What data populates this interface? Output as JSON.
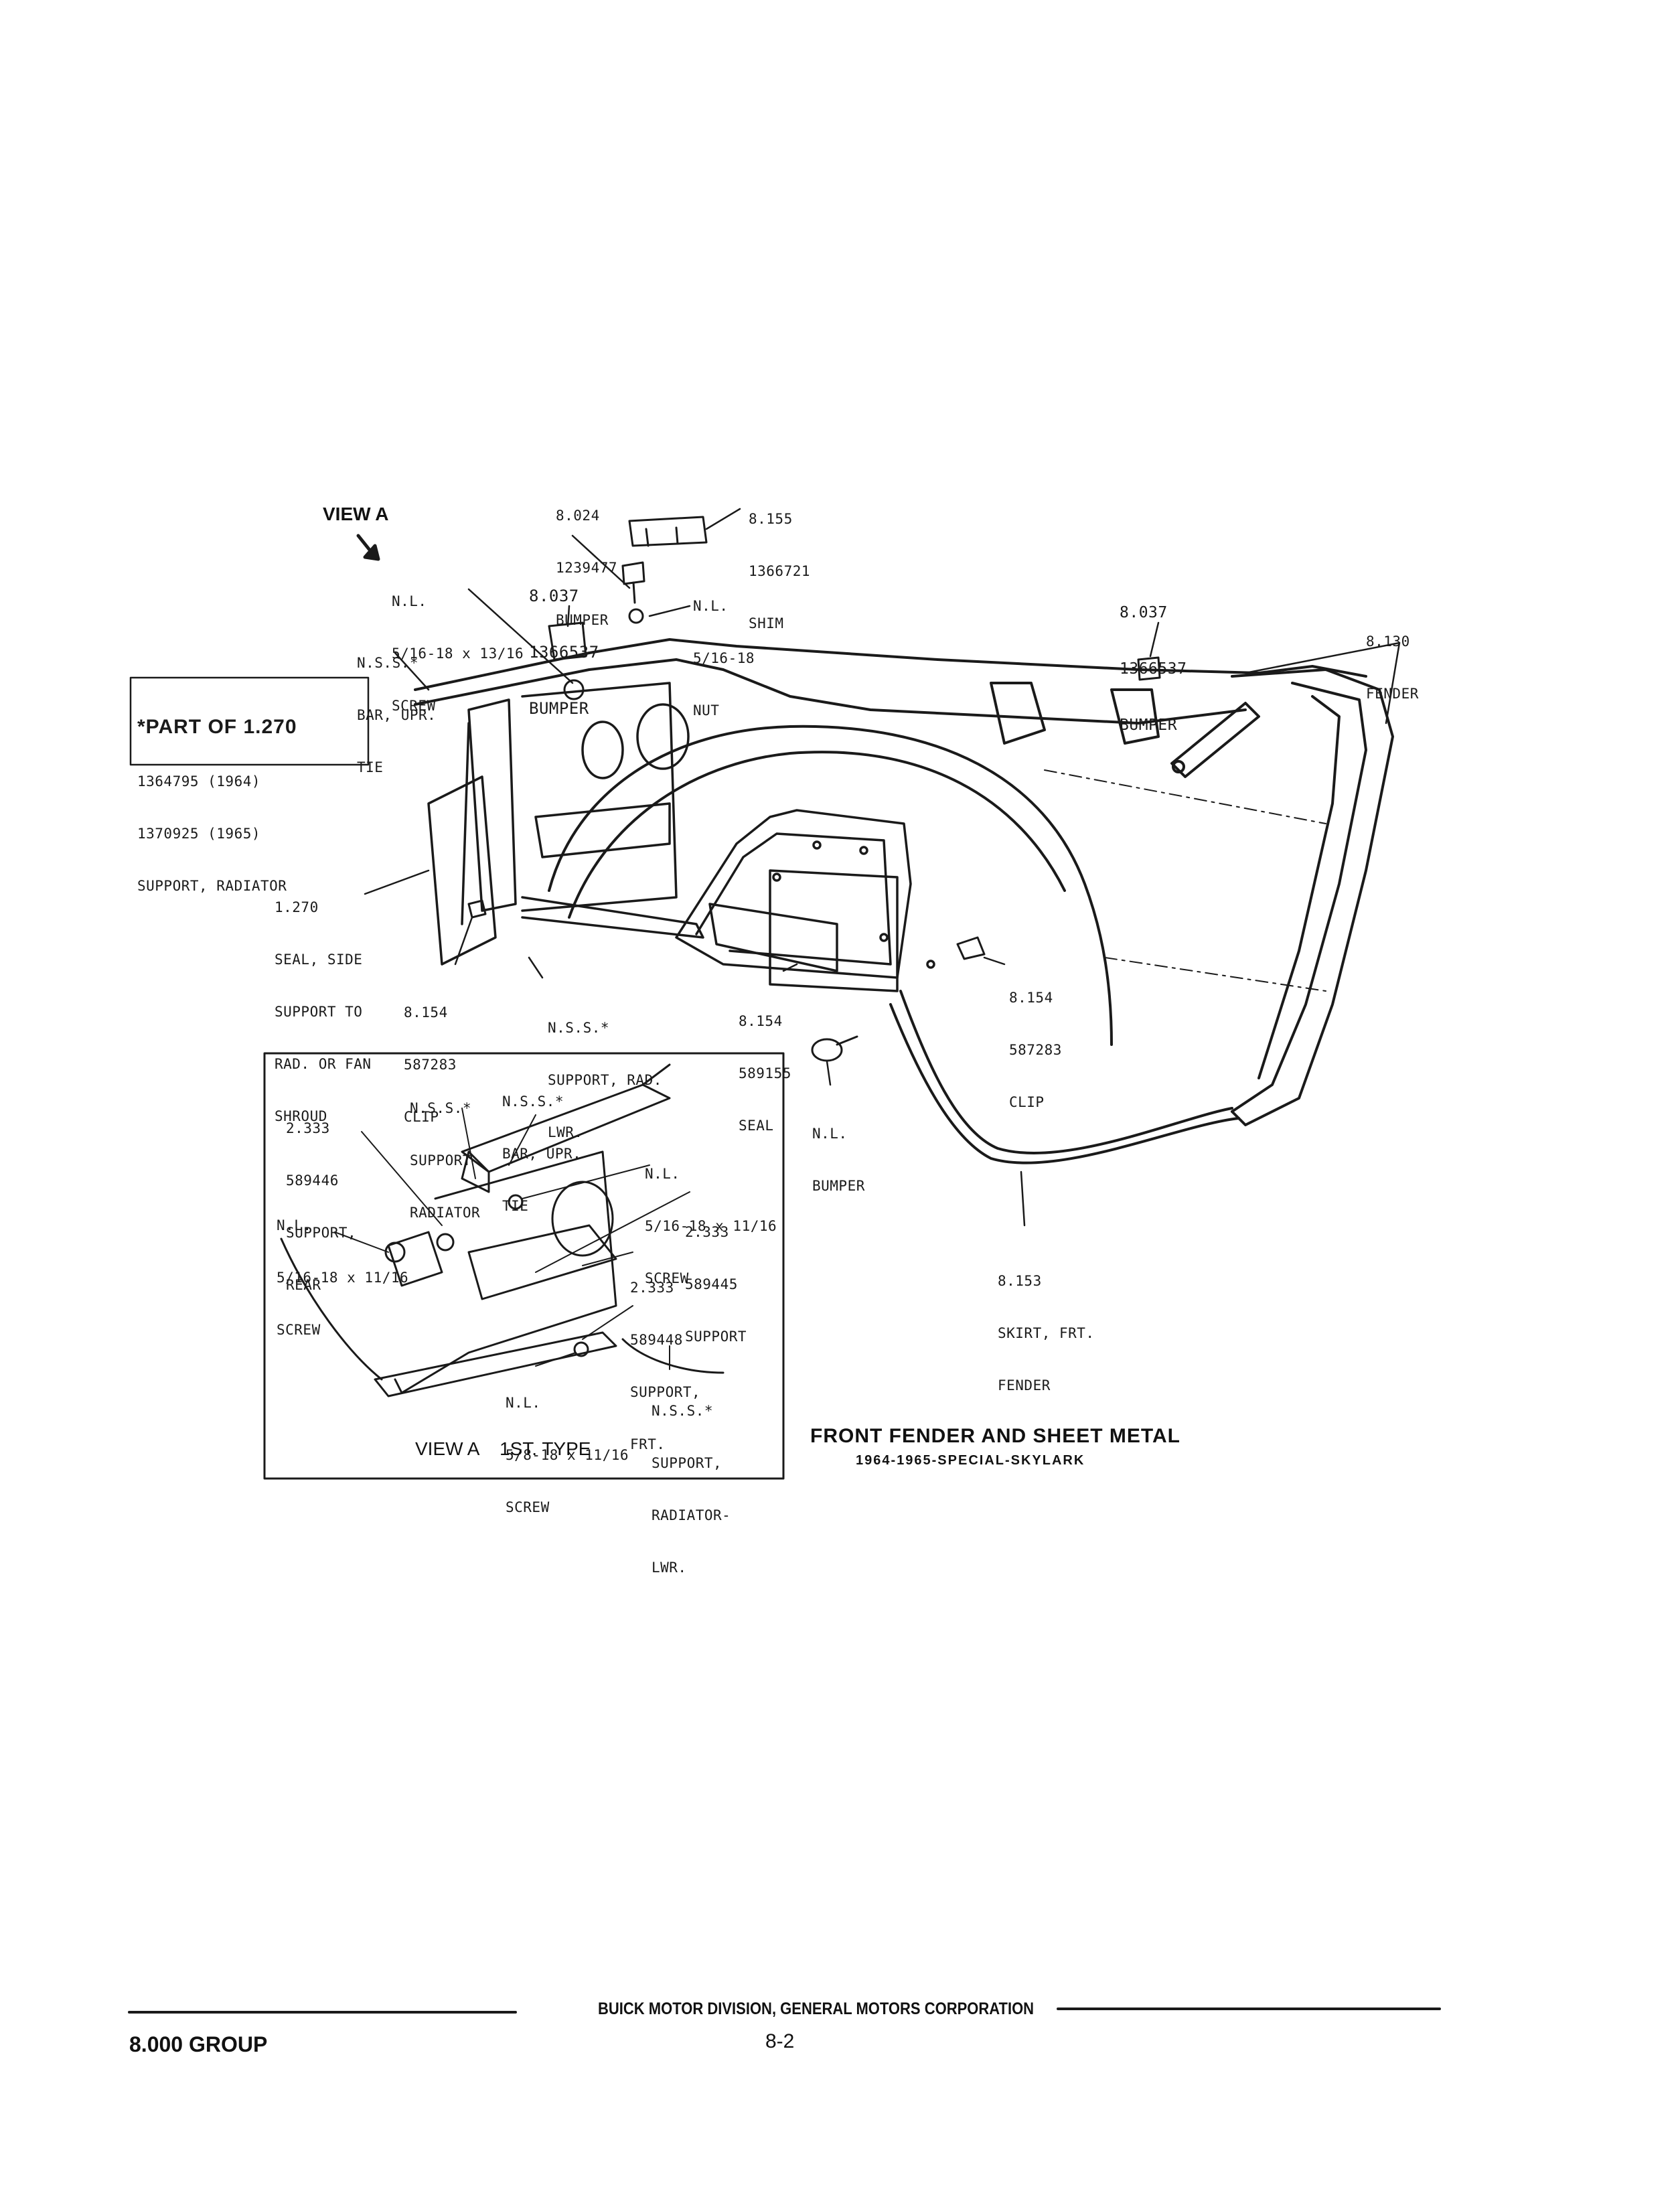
{
  "view_a_pointer": "VIEW A",
  "part_box": {
    "heading": "*PART OF 1.270",
    "lines": [
      "1364795 (1964)",
      "1370925 (1965)",
      "SUPPORT, RADIATOR"
    ]
  },
  "callouts": {
    "bumper_top": [
      "8.024",
      "1239477",
      "BUMPER"
    ],
    "shim": [
      "8.155",
      "1366721",
      "SHIM"
    ],
    "screw_top": [
      "N.L.",
      "5/16-18 x 13/16",
      "SCREW"
    ],
    "bumper_left": [
      "8.037",
      "1366537",
      "BUMPER"
    ],
    "nut": [
      "N.L.",
      "5/16-18",
      "NUT"
    ],
    "bumper_right": [
      "8.037",
      "1366537",
      "BUMPER"
    ],
    "fender": [
      "8.130",
      "FENDER"
    ],
    "bar_upr_tie": [
      "N.S.S.*",
      "BAR, UPR.",
      "TIE"
    ],
    "seal_side": [
      "1.270",
      "SEAL, SIDE",
      "SUPPORT TO",
      "RAD. OR FAN",
      "SHROUD"
    ],
    "clip_left": [
      "8.154",
      "587283",
      "CLIP"
    ],
    "support_rad_lwr": [
      "N.S.S.*",
      "SUPPORT, RAD.",
      "LWR."
    ],
    "seal_mid": [
      "8.154",
      "589155",
      "SEAL"
    ],
    "clip_right": [
      "8.154",
      "587283",
      "CLIP"
    ],
    "bumper_nl": [
      "N.L.",
      "BUMPER"
    ],
    "skirt": [
      "8.153",
      "SKIRT, FRT.",
      "FENDER"
    ]
  },
  "inset": {
    "support_radiator": [
      "N.S.S.*",
      "SUPPORT",
      "RADIATOR"
    ],
    "bar_upr_tie": [
      "N.S.S.*",
      "BAR, UPR.",
      "TIE"
    ],
    "support_rear": [
      "2.333",
      "589446",
      "SUPPORT,",
      "REAR"
    ],
    "screw_right": [
      "N.L.",
      "5/16-18 x 11/16",
      "SCREW"
    ],
    "screw_left": [
      "N.L.",
      "5/16-18 x 11/16",
      "SCREW"
    ],
    "support_2333": [
      "2.333",
      "589445",
      "SUPPORT"
    ],
    "support_frt": [
      "2.333",
      "589448",
      "SUPPORT,",
      "FRT."
    ],
    "screw_bottom": [
      "N.L.",
      "5/8-18 x 11/16",
      "SCREW"
    ],
    "support_rad_lwr": [
      "N.S.S.*",
      "SUPPORT,",
      "RADIATOR-",
      "LWR."
    ],
    "caption": "VIEW A    1ST. TYPE"
  },
  "title": {
    "main": "FRONT FENDER AND SHEET METAL",
    "sub": "1964-1965-SPECIAL-SKYLARK"
  },
  "footer": {
    "division": "BUICK MOTOR DIVISION, GENERAL MOTORS CORPORATION",
    "group": "8.000 GROUP",
    "page": "8-2"
  }
}
